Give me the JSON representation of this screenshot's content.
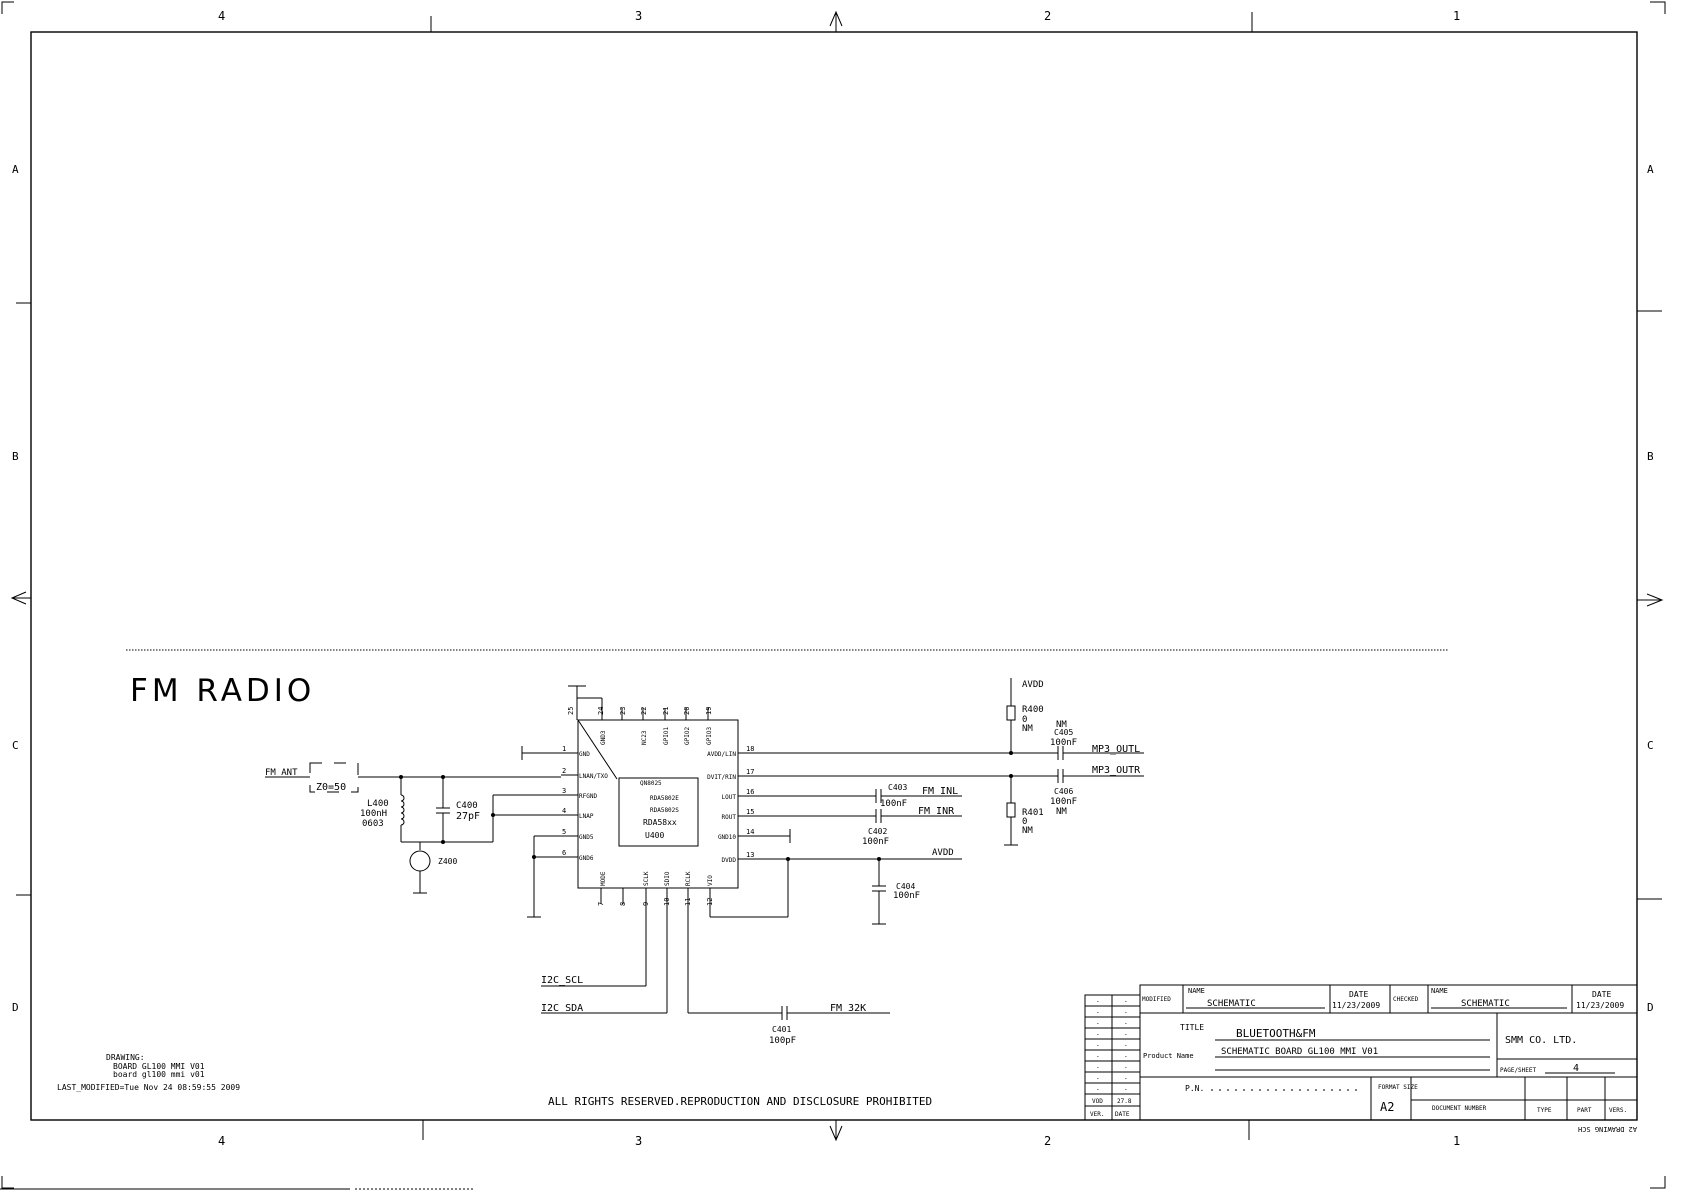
{
  "border": {
    "columns": [
      "4",
      "3",
      "2",
      "1"
    ],
    "rows": [
      "A",
      "B",
      "C",
      "D"
    ]
  },
  "section_title": "FM RADIO",
  "ic": {
    "ref": "U400",
    "value": "RDA5802E",
    "inner_lines": [
      "QN8025",
      "RDA5802E",
      "RDA5802S",
      "RDA58xx"
    ],
    "pin_numbers": {
      "top": [
        "25",
        "24",
        "23",
        "22",
        "21",
        "20",
        "19"
      ],
      "left": [
        "1",
        "2",
        "3",
        "4",
        "5",
        "6"
      ],
      "right": [
        "18",
        "17",
        "16",
        "15",
        "14",
        "13"
      ],
      "bottom": [
        "7",
        "8",
        "9",
        "10",
        "11",
        "12"
      ]
    },
    "pin_names": {
      "top": [
        "GND3",
        "NC23",
        "GPIO1",
        "GPIO2",
        "GPIO3"
      ],
      "left": [
        "GND",
        "LNAN/TXO",
        "RFGND",
        "LNAP",
        "GND5",
        "GND6"
      ],
      "right": [
        "AVDD/LIN",
        "DVIT/RIN",
        "LOUT",
        "ROUT",
        "GND10",
        "DVDD"
      ],
      "bottom": [
        "MODE",
        "SCLK",
        "SDIO",
        "RCLK",
        "VIO"
      ]
    }
  },
  "nets": {
    "fm_ant": "FM_ANT",
    "z0": "Z0=50",
    "avdd_top": "AVDD",
    "avdd_right": "AVDD",
    "mp3_outl": "MP3_OUTL",
    "mp3_outr": "MP3_OUTR",
    "fm_inl": "FM_INL",
    "fm_inr": "FM_INR",
    "i2c_scl": "I2C_SCL",
    "i2c_sda": "I2C_SDA",
    "fm_32k": "FM_32K"
  },
  "components": {
    "l400": {
      "ref": "L400",
      "value": "100nH",
      "pkg": "0603"
    },
    "c400": {
      "ref": "C400",
      "value": "27pF"
    },
    "z400": {
      "ref": "Z400"
    },
    "r400": {
      "ref": "R400",
      "value": "0",
      "nm": "NM"
    },
    "r401": {
      "ref": "R401",
      "value": "0",
      "nm": "NM"
    },
    "c405": {
      "ref": "C405",
      "value": "100nF",
      "nm": "NM"
    },
    "c406": {
      "ref": "C406",
      "value": "100nF",
      "nm": "NM"
    },
    "c403": {
      "ref": "C403",
      "value": "100nF"
    },
    "c402": {
      "ref": "C402",
      "value": "100nF"
    },
    "c404": {
      "ref": "C404",
      "value": "100nF"
    },
    "c401": {
      "ref": "C401",
      "value": "100pF"
    }
  },
  "drawing_info": {
    "label": "DRAWING:",
    "line1": "BOARD GL100 MMI V01",
    "line2": "board gl100 mmi v01",
    "last_modified": "LAST_MODIFIED=Tue Nov 24 08:59:55 2009"
  },
  "rights": "ALL RIGHTS RESERVED.REPRODUCTION AND DISCLOSURE PROHIBITED",
  "title_block": {
    "modified_label": "MODIFIED",
    "name_label": "NAME",
    "modified_name": "SCHEMATIC",
    "date_label": "DATE",
    "modified_date": "11/23/2009",
    "checked_label": "CHECKED",
    "checked_name": "SCHEMATIC",
    "checked_date": "11/23/2009",
    "title_label": "TITLE",
    "title": "BLUETOOTH&FM",
    "product_label": "Product Name",
    "product": "SCHEMATIC BOARD GL100 MMI V01",
    "company": "SMM CO. LTD.",
    "page_sheet_label": "PAGE/SHEET",
    "page": "4",
    "pn_label": "P.N.",
    "format_label": "FORMAT SIZE",
    "format": "A2",
    "doc_number_label": "DOCUMENT NUMBER",
    "type_label": "TYPE",
    "part_label": "PART",
    "vers_label": "VERS.",
    "rev_a": "VOD",
    "rev_b": "27.8",
    "ver_label": "VER.",
    "rev_date_label": "DATE",
    "rev_cells": [
      "-",
      "-"
    ],
    "mirror": "A2 DRAWING SCH"
  }
}
